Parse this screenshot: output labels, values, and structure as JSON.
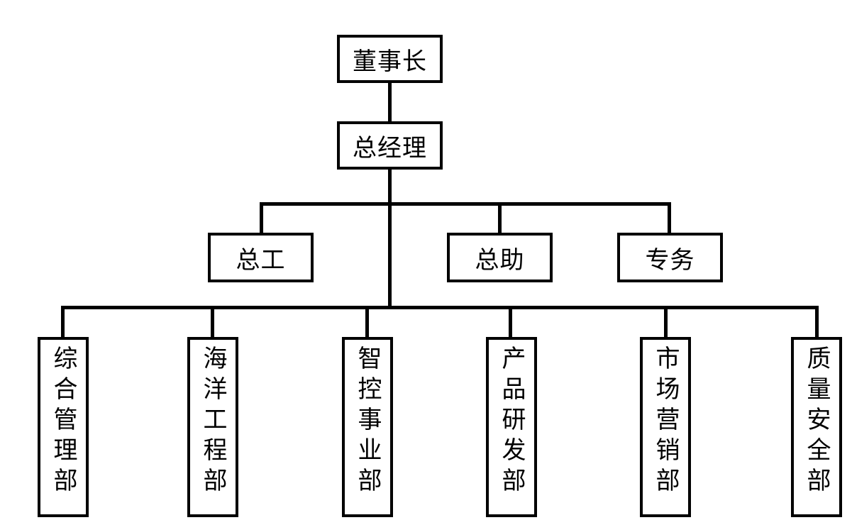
{
  "org": {
    "chairman": "董事长",
    "general_manager": "总经理",
    "assistants": [
      {
        "key": "chief-engineer",
        "label": "总工"
      },
      {
        "key": "general-assistant",
        "label": "总助"
      },
      {
        "key": "special-affairs",
        "label": "专务"
      }
    ],
    "departments": [
      {
        "key": "general-management",
        "label": "综合管理部"
      },
      {
        "key": "ocean-engineering",
        "label": "海洋工程部"
      },
      {
        "key": "smart-control",
        "label": "智控事业部"
      },
      {
        "key": "product-rd",
        "label": "产品研发部"
      },
      {
        "key": "marketing",
        "label": "市场营销部"
      },
      {
        "key": "quality-safety",
        "label": "质量安全部"
      }
    ]
  }
}
